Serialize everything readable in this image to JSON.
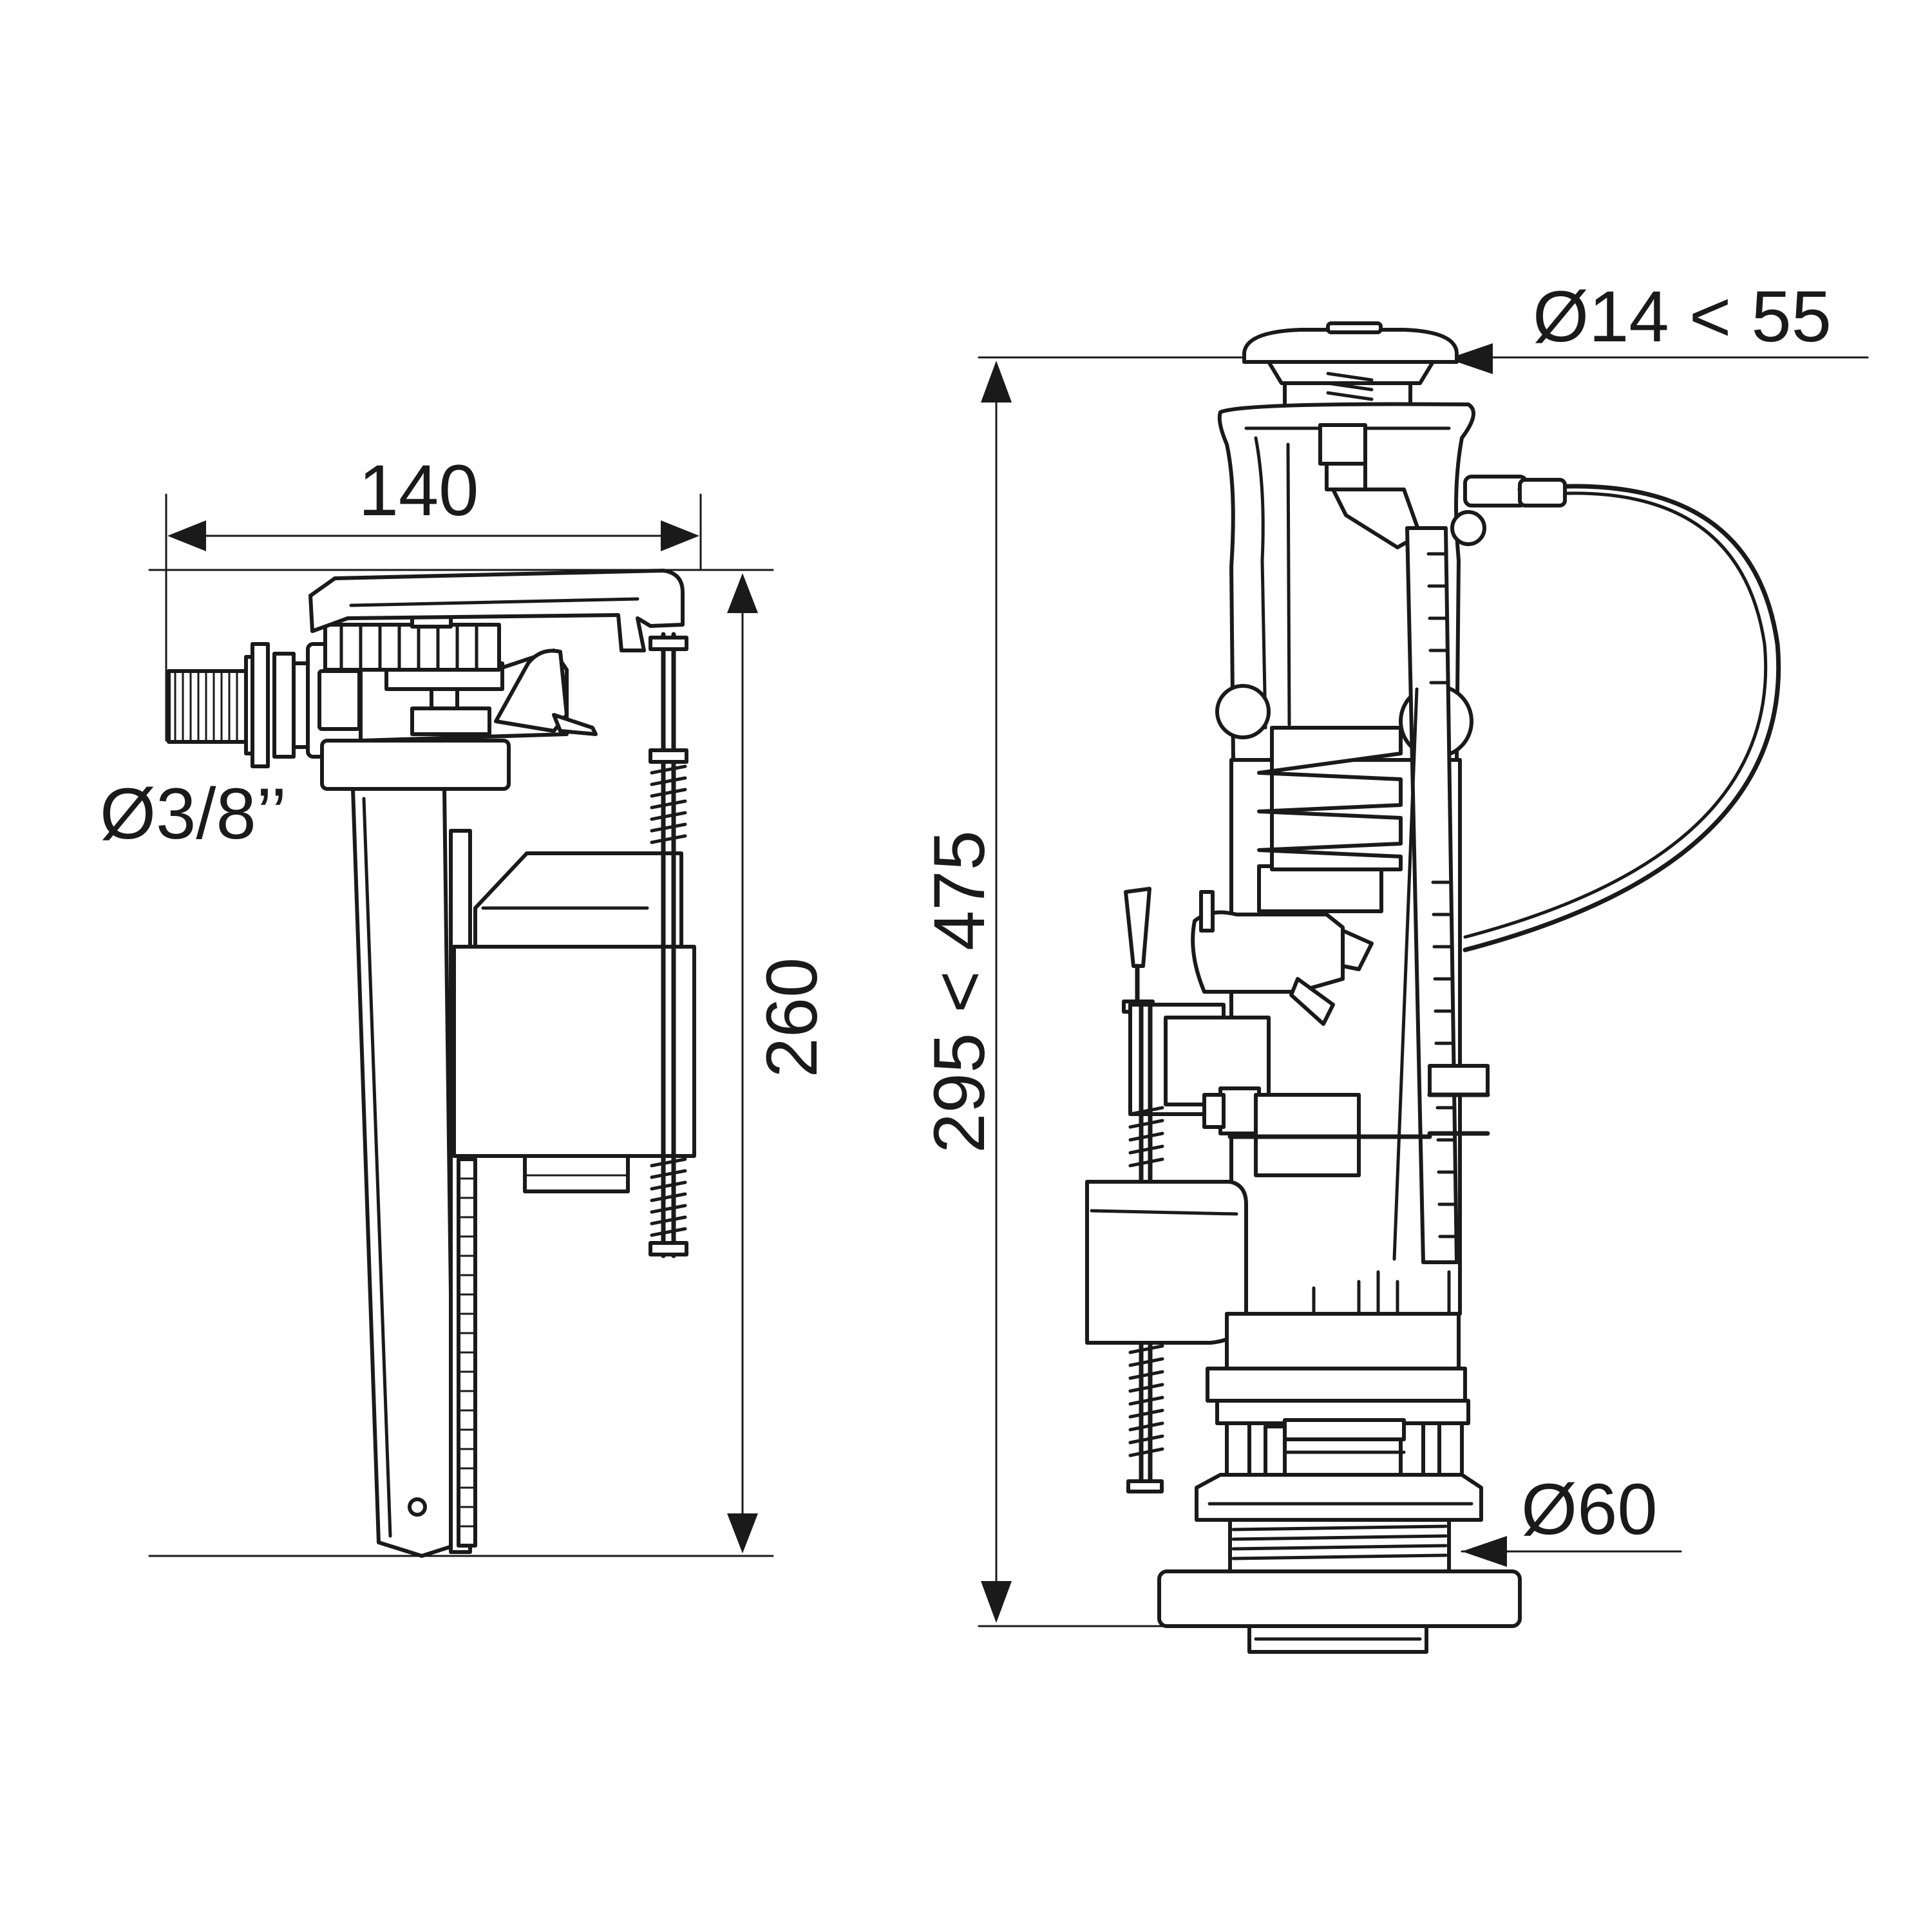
{
  "figure": {
    "background": "#ffffff",
    "ink": "#1a1a1a"
  },
  "fill_valve": {
    "width_label": "140",
    "height_label": "260",
    "inlet_label": "Ø3/8’’"
  },
  "flush_valve": {
    "height_label": "295 < 475",
    "button_label": "Ø14 < 55",
    "outlet_label": "Ø60"
  }
}
